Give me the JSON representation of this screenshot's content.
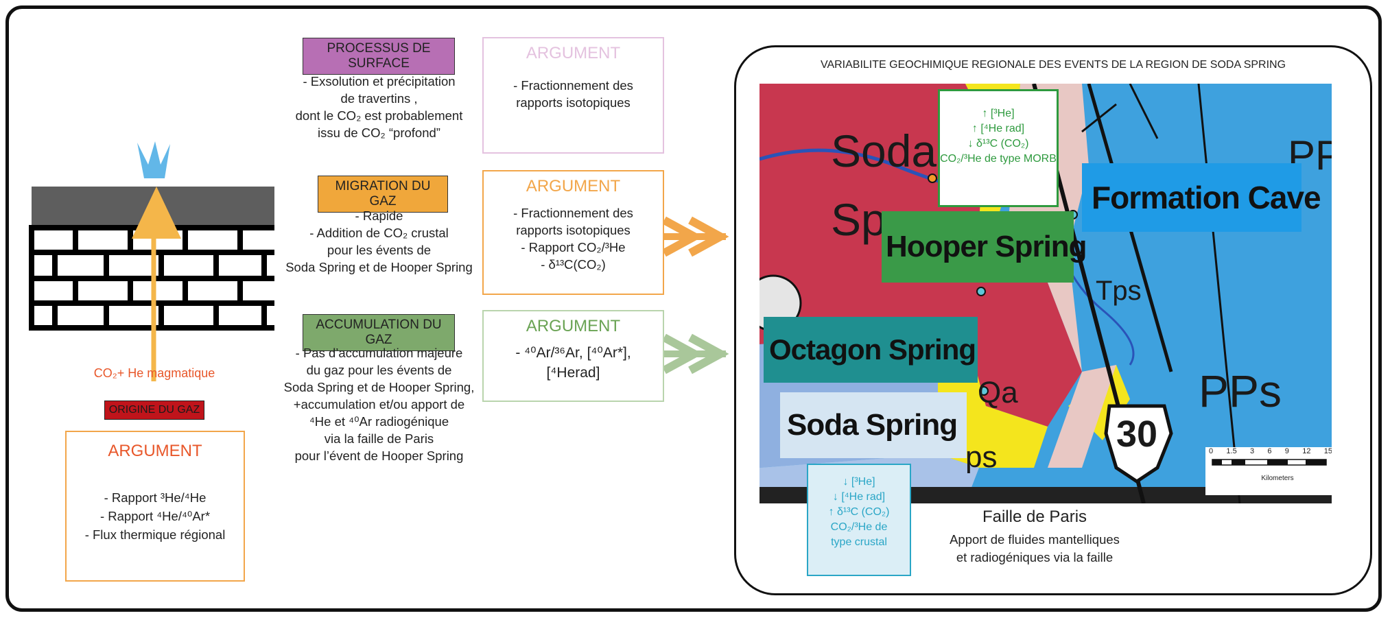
{
  "left": {
    "co2_label": "CO₂+ He magmatique",
    "origin_header": "ORIGINE DU GAZ",
    "argument": {
      "title": "ARGUMENT",
      "lines": [
        "- Rapport ³He/⁴He",
        "- Rapport ⁴He/⁴⁰Ar*",
        "- Flux thermique régional"
      ]
    }
  },
  "rows": [
    {
      "header": "PROCESSUS DE SURFACE",
      "lines": [
        "- Exsolution et précipitation",
        "de travertins ,",
        "dont le CO₂ est probablement",
        "issu de CO₂ “profond”"
      ],
      "argument_title": "ARGUMENT",
      "argument_lines": [
        "- Fractionnement des",
        "rapports isotopiques"
      ]
    },
    {
      "header": "MIGRATION DU GAZ",
      "lines": [
        "- Rapide",
        "- Addition de CO₂ crustal",
        "pour les évents de",
        "Soda Spring et de Hooper Spring"
      ],
      "argument_title": "ARGUMENT",
      "argument_lines": [
        "- Fractionnement des",
        "rapports isotopiques",
        "- Rapport CO₂/³He",
        "- δ¹³C(CO₂)"
      ]
    },
    {
      "header": "ACCUMULATION DU GAZ",
      "lines": [
        "- Pas d’accumulation majeure",
        "du gaz pour les évents de",
        "Soda Spring et de Hooper Spring,",
        "+accumulation et/ou apport de",
        "⁴He et ⁴⁰Ar radiogénique",
        "via la faille de Paris",
        "pour l’évent de Hooper Spring"
      ],
      "argument_title": "ARGUMENT",
      "argument_lines": [
        "- ⁴⁰Ar/³⁶Ar, [⁴⁰Ar*],",
        "[⁴Herad]"
      ]
    }
  ],
  "map": {
    "title": "VARIABILITE GEOCHIMIQUE REGIONALE DES EVENTS DE LA REGION DE SODA SPRING",
    "labels": {
      "hooper": "Hooper Spring",
      "formation_cave": "Formation Cave",
      "octagon": "Octagon Spring",
      "soda": "Soda Spring"
    },
    "base_text": {
      "soda1": "Soda",
      "soda2": "Sp",
      "pp": "PP",
      "tps": "Tps",
      "ppps": "PPs",
      "qa": "Qa",
      "ps": "ps",
      "route": "30"
    },
    "top_box": [
      "↑ [³He]",
      "↑ [⁴He rad]",
      "↓ δ¹³C (CO₂)",
      "CO₂/³He de type MORB"
    ],
    "bottom_box": [
      "↓ [³He]",
      "↓ [⁴He rad]",
      "↑ δ¹³C (CO₂)",
      "CO₂/³He de",
      "type crustal"
    ],
    "scale": {
      "ticks": [
        "0",
        "1.5",
        "3",
        "6",
        "9",
        "12",
        "15"
      ],
      "unit": "Kilometers"
    },
    "fault": {
      "title": "Faille de Paris",
      "lines": [
        "Apport de  fluides mantelliques",
        "et radiogéniques via la faille"
      ]
    }
  },
  "colors": {
    "surface": "#b76fb4",
    "migration": "#f0a73b",
    "accumulation": "#7ea96c",
    "origin_bg": "#c0141b",
    "origin_text": "#1a1a1a",
    "orange": "#f2a64a",
    "green_arrow": "#a9c79a",
    "co2_text": "#e8572a",
    "map_blue": "#3ea1de",
    "map_red": "#c8374f",
    "map_yellow": "#f4e51d",
    "hooper_green": "#3a9a48",
    "octagon_teal": "#1f8f90",
    "soda_light": "#d5e5f2",
    "formation_blue": "#1f9be6",
    "top_box_green": "#2e9a3e",
    "bottom_box_cyan": "#2aa6c6"
  }
}
